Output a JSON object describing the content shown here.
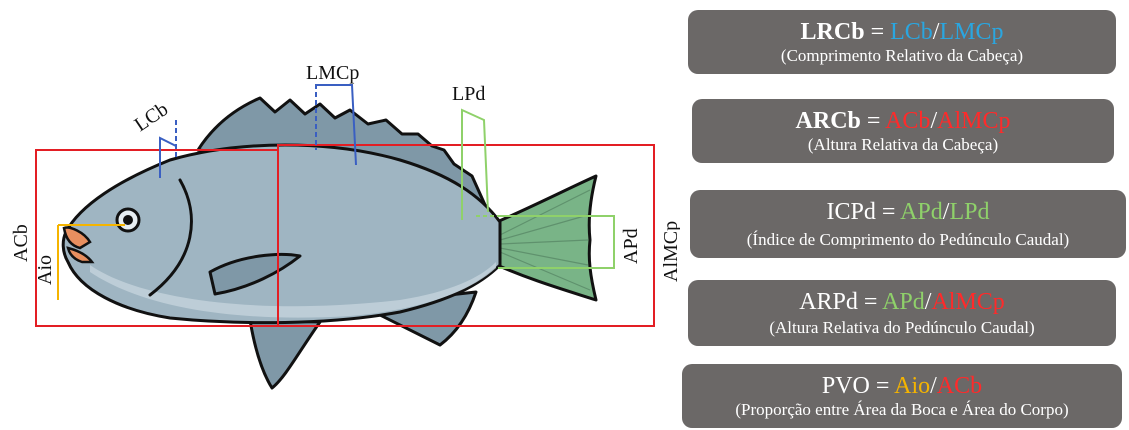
{
  "labels": {
    "lcb": "LCb",
    "lmcp": "LMCp",
    "lpd": "LPd",
    "acb": "ACb",
    "aio": "Aio",
    "apd": "APd",
    "almcp": "AlMCp"
  },
  "formulas": [
    {
      "name": "LRCb",
      "eq": " = ",
      "num": "LCb",
      "slash": "/",
      "den": "LMCp",
      "num_color": "blue",
      "den_color": "blue",
      "bold": true,
      "description": "(Comprimento Relativo da Cabeça)"
    },
    {
      "name": "ARCb",
      "eq": " = ",
      "num": "ACb",
      "slash": "/",
      "den": "AlMCp",
      "num_color": "red",
      "den_color": "red",
      "bold": true,
      "description": "(Altura Relativa da Cabeça)"
    },
    {
      "name": "ICPd",
      "eq": " = ",
      "num": "APd",
      "slash": "/",
      "den": "LPd",
      "num_color": "green",
      "den_color": "green",
      "bold": false,
      "description": "(Índice de Comprimento do Pedúnculo Caudal)"
    },
    {
      "name": "ARPd",
      "eq": " = ",
      "num": "APd",
      "slash": "/",
      "den": "AlMCp",
      "num_color": "green",
      "den_color": "red",
      "bold": false,
      "description": "(Altura Relativa do Pedúnculo Caudal)"
    },
    {
      "name": "PVO",
      "eq": " = ",
      "num": "Aio",
      "slash": "/",
      "den": "ACb",
      "num_color": "orange",
      "den_color": "red",
      "bold": false,
      "description": "(Proporção entre Área da Boca e Área do Corpo)"
    }
  ],
  "colors": {
    "blue": "#2aa6e0",
    "red": "#ff2a2a",
    "green": "#8fd16a",
    "orange": "#f5b400",
    "box_bg": "#6b6867",
    "body": "#9fb5c2",
    "fin": "#7f98a7",
    "tail": "#79b487"
  }
}
